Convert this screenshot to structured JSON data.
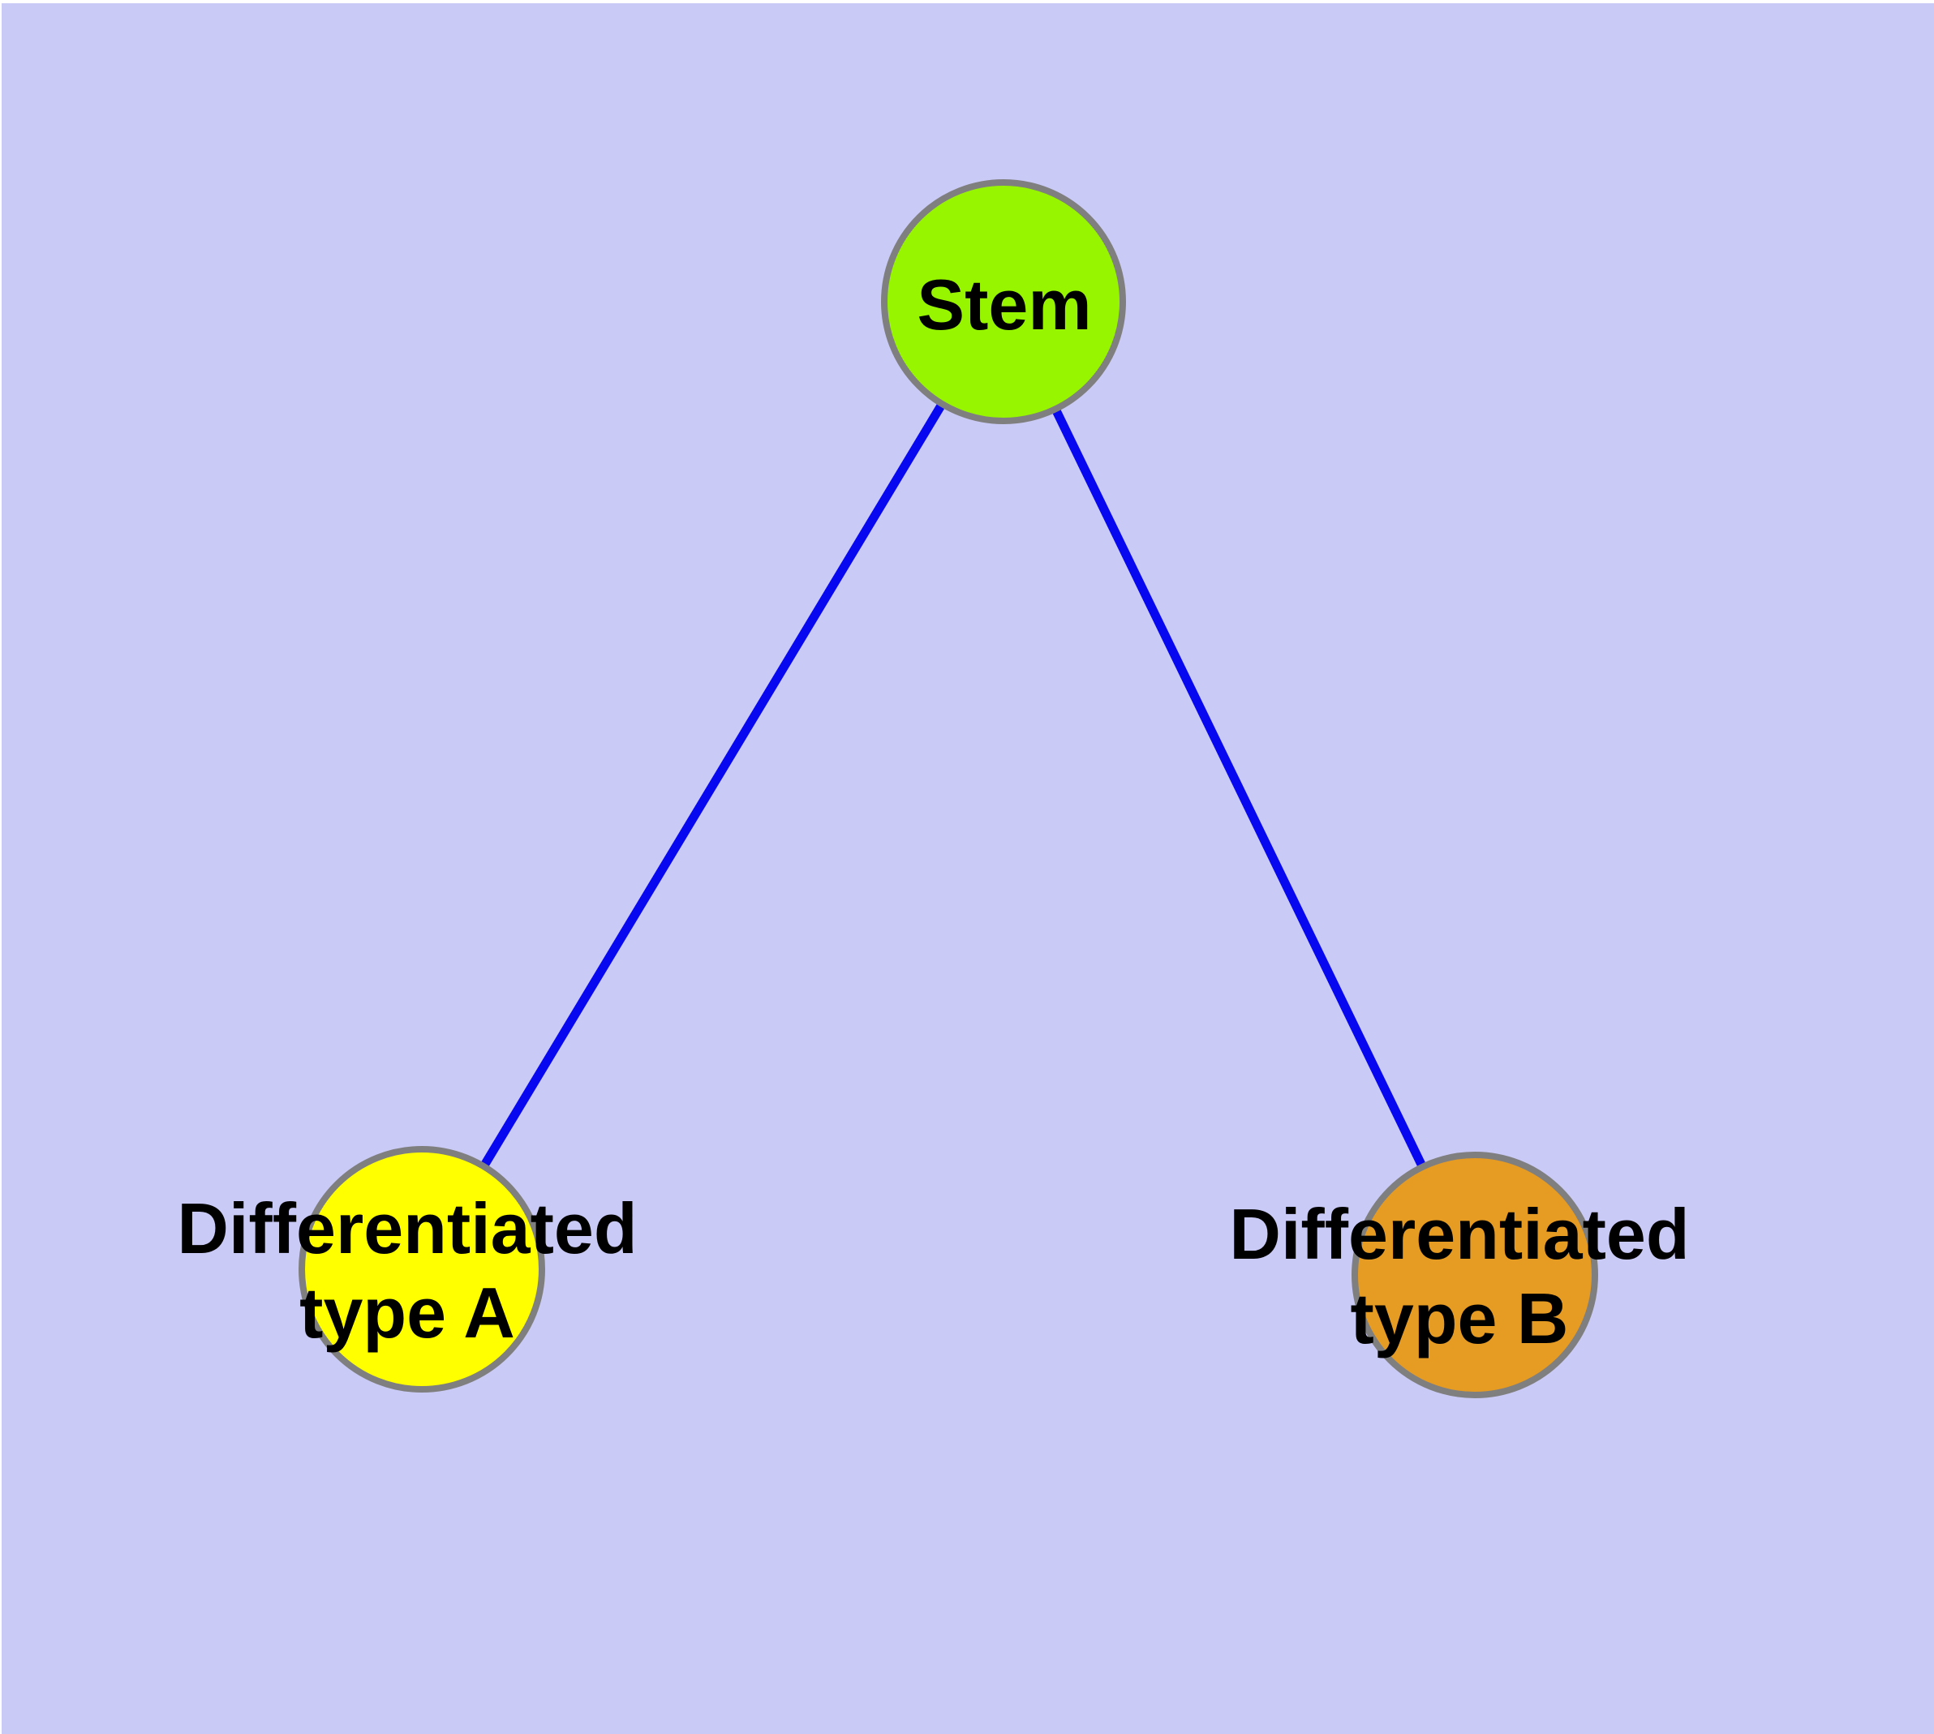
{
  "diagram": {
    "page_color": "#ffffff",
    "background_color": "#cacaf6",
    "node_border_color": "#7f7f7f",
    "edge_color": "#0808f0",
    "label_color": "#000000",
    "nodes": [
      {
        "id": "stem",
        "label": "Stem",
        "fill": "#98f500",
        "stroke": "#7f7f7f"
      },
      {
        "id": "differentiated-type-a",
        "label": "Differentiated\ntype A",
        "fill": "#ffff00",
        "stroke": "#7f7f7f"
      },
      {
        "id": "differentiated-type-b",
        "label": "Differentiated\ntype B",
        "fill": "#e69b23",
        "stroke": "#7f7f7f"
      }
    ],
    "edges": [
      {
        "id": "stem-to-differentiated-type-a",
        "from": "stem",
        "to": "differentiated-type-a",
        "color": "#0808f0"
      },
      {
        "id": "stem-to-differentiated-type-b",
        "from": "stem",
        "to": "differentiated-type-b",
        "color": "#0808f0"
      }
    ]
  }
}
